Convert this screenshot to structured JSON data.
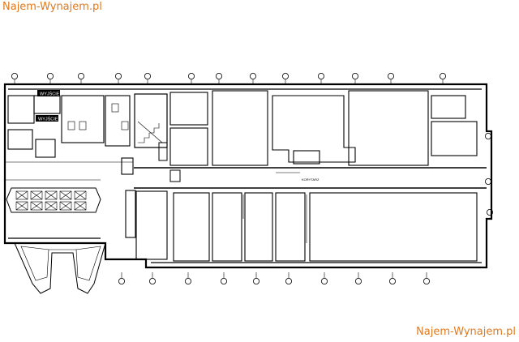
{
  "watermark": {
    "top": "Najem-Wynajem.pl",
    "bottom": "Najem-Wynajem.pl"
  },
  "exit_signs": [
    "WYJŚCIE",
    "WYJŚCIE"
  ],
  "corridor_label": "KORYTARZ",
  "colors": {
    "watermark": "#e07a1f",
    "lines": "#000000",
    "background": "#ffffff"
  },
  "icons": [
    "column-marker-icon",
    "stair-icon",
    "exit-sign-icon",
    "toilet-icon"
  ]
}
